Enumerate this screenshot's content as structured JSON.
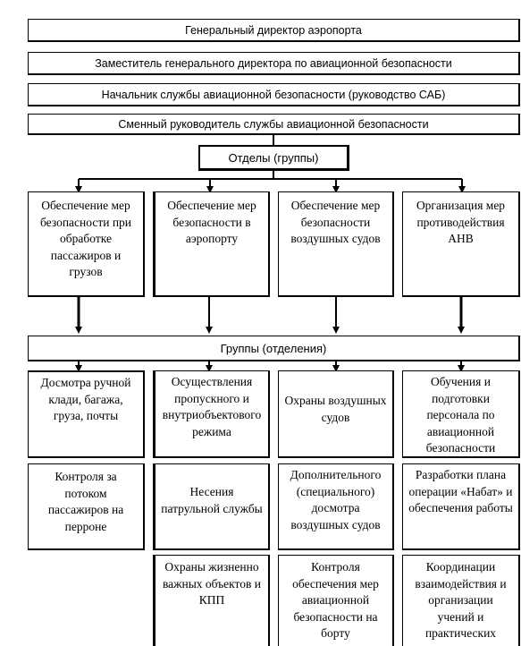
{
  "levels": {
    "director": "Генеральный директор аэропорта",
    "deputy": "Заместитель генерального директора по авиационной безопасности",
    "chief": "Начальник службы авиационной безопасности  (руководство САБ)",
    "shift": "Сменный руководитель службы авиационной безопасности"
  },
  "departments_header": "Отделы (группы)",
  "departments": [
    "Обеспечение мер безопасности при обработке пассажиров и грузов",
    "Обеспечение мер безопасности в аэропорту",
    "Обеспечение мер безопасности воздушных судов",
    "Организация мер противодействия АНВ"
  ],
  "groups_header": "Группы (отделения)",
  "groups_row1": [
    "Досмотра ручной клади, багажа, груза, почты",
    "Осуществления пропускного и внутриобъектового режима",
    "Охраны воздушных судов",
    "Обучения и подготовки персонала по авиационной безопасности"
  ],
  "groups_row2": [
    "Контроля за потоком пассажиров на перроне",
    "Несения патрульной службы",
    "Дополнительного (специального) досмотра воздушных судов",
    "Разработки плана операции «Набат» и обеспечения работы"
  ],
  "groups_row3": [
    "Охраны жизненно важных объектов и КПП",
    "Контроля обеспечения мер авиационной безопасности на борту",
    "Координации взаимодействия и организации учений и практических"
  ]
}
